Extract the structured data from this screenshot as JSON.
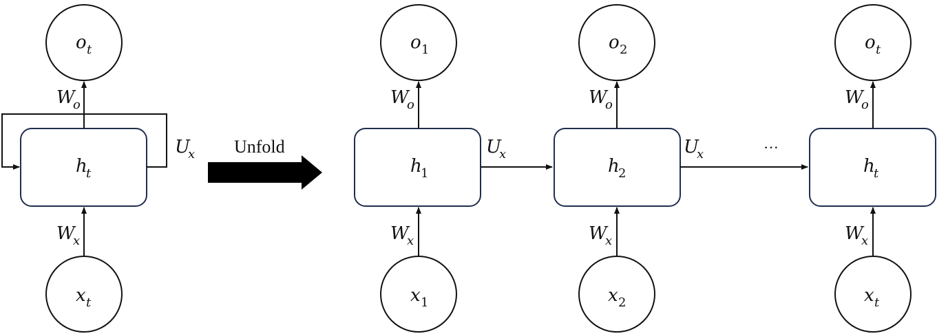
{
  "diagram": {
    "unfold_label": "Unfold",
    "ellipsis": "···",
    "colors": {
      "line": "#111111",
      "box_border": "#1f2d4d",
      "node_fill": "#ffffff"
    },
    "folded": {
      "output": {
        "base": "o",
        "sub": "t"
      },
      "hidden": {
        "base": "h",
        "sub": "t"
      },
      "input": {
        "base": "x",
        "sub": "t"
      },
      "w_out": {
        "base": "W",
        "sub": "o"
      },
      "w_in": {
        "base": "W",
        "sub": "x"
      },
      "u": {
        "base": "U",
        "sub": "x"
      }
    },
    "unfolded": [
      {
        "output": {
          "base": "o",
          "sub": "1"
        },
        "hidden": {
          "base": "h",
          "sub": "1"
        },
        "input": {
          "base": "x",
          "sub": "1"
        },
        "w_out": {
          "base": "W",
          "sub": "o"
        },
        "w_in": {
          "base": "W",
          "sub": "x"
        },
        "u": {
          "base": "U",
          "sub": "x"
        }
      },
      {
        "output": {
          "base": "o",
          "sub": "2"
        },
        "hidden": {
          "base": "h",
          "sub": "2"
        },
        "input": {
          "base": "x",
          "sub": "2"
        },
        "w_out": {
          "base": "W",
          "sub": "o"
        },
        "w_in": {
          "base": "W",
          "sub": "x"
        },
        "u": {
          "base": "U",
          "sub": "x"
        }
      },
      {
        "output": {
          "base": "o",
          "sub": "t"
        },
        "hidden": {
          "base": "h",
          "sub": "t"
        },
        "input": {
          "base": "x",
          "sub": "t"
        },
        "w_out": {
          "base": "W",
          "sub": "o"
        },
        "w_in": {
          "base": "W",
          "sub": "x"
        }
      }
    ]
  }
}
